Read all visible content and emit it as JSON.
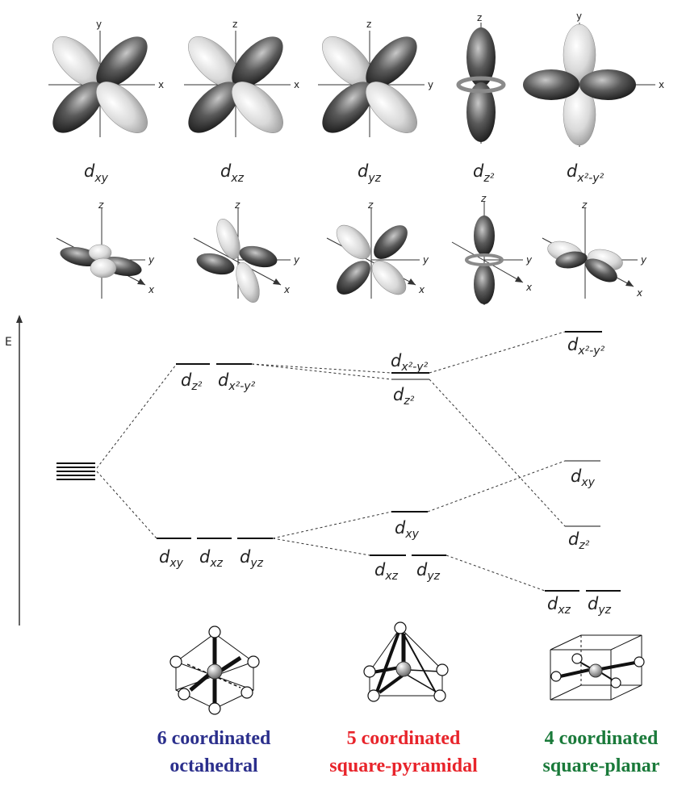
{
  "orbitals_row1": [
    {
      "name": "d",
      "sub": "xy",
      "axis_h": "x",
      "axis_v": "y"
    },
    {
      "name": "d",
      "sub": "xz",
      "axis_h": "x",
      "axis_v": "z"
    },
    {
      "name": "d",
      "sub": "yz",
      "axis_h": "y",
      "axis_v": "z"
    },
    {
      "name": "d",
      "sub": "z²",
      "axis_h": "",
      "axis_v": "z"
    },
    {
      "name": "d",
      "sub": "x²-y²",
      "axis_h": "x",
      "axis_v": "y"
    }
  ],
  "axes3d": {
    "x": "x",
    "y": "y",
    "z": "z"
  },
  "energy_axis_label": "E",
  "levels": {
    "oct_eg": [
      "dz²",
      "dx²-y²"
    ],
    "oct_t2g": [
      "dxy",
      "dxz",
      "dyz"
    ],
    "sp": [
      "dx²-y²",
      "dz²",
      "dxy",
      "dxz",
      "dyz"
    ],
    "sq": [
      "dx²-y²",
      "dxy",
      "dz²",
      "dxz",
      "dyz"
    ]
  },
  "geometries": [
    {
      "line1": "6 coordinated",
      "line2": "octahedral",
      "color": "#2b2f8c"
    },
    {
      "line1": "5 coordinated",
      "line2": "square-pyramidal",
      "color": "#e8242b"
    },
    {
      "line1": "4 coordinated",
      "line2": "square-planar",
      "color": "#1a7a3a"
    }
  ]
}
